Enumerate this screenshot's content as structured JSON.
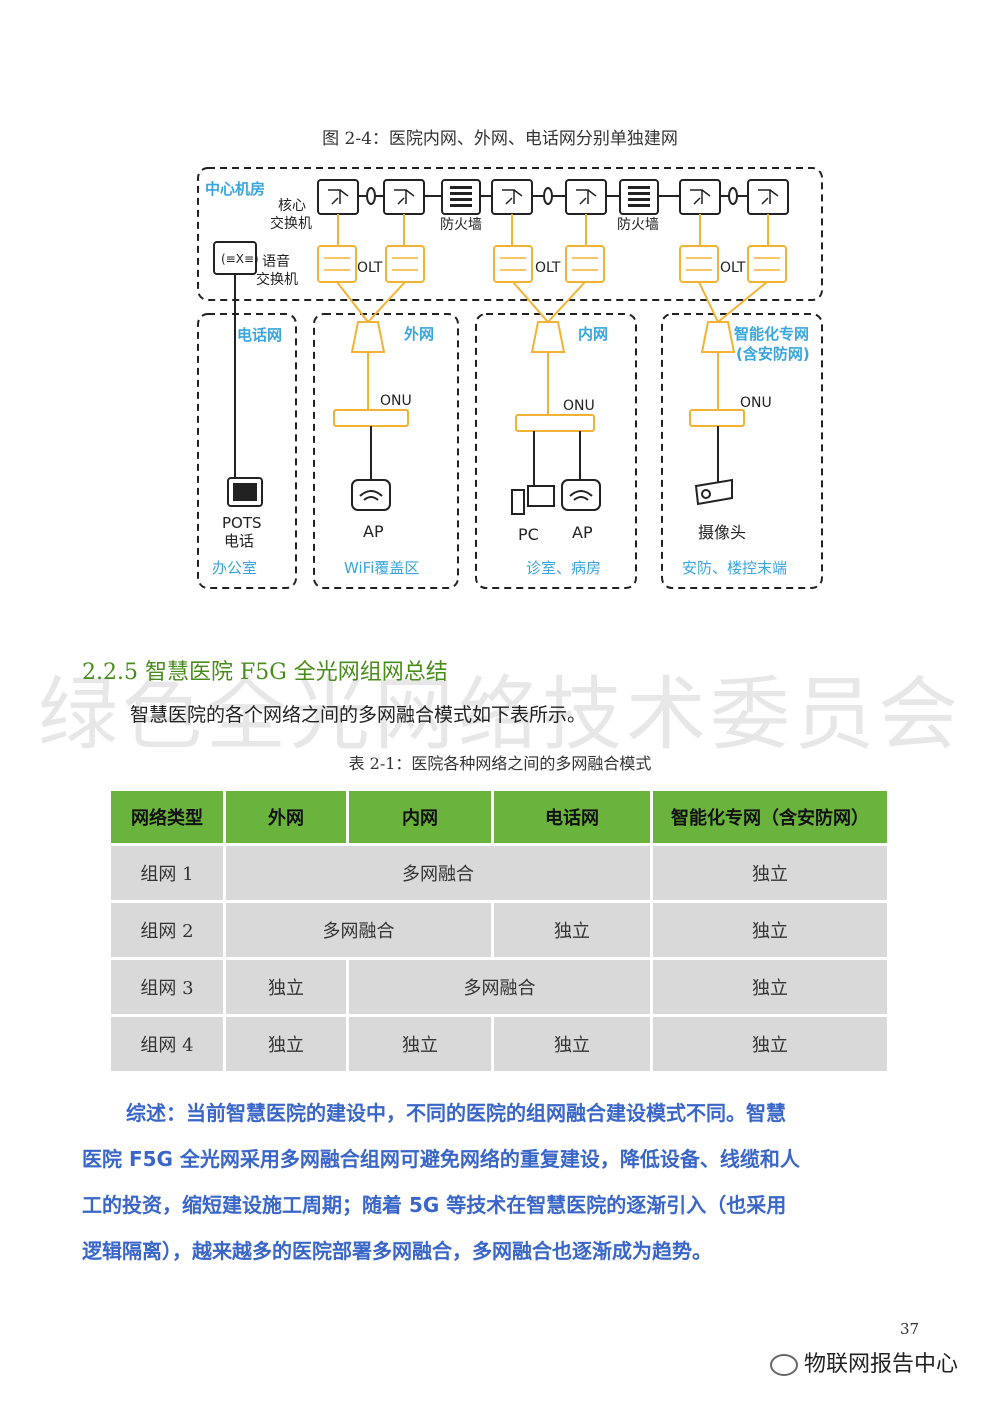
{
  "figure": {
    "caption": "图 2-4：医院内网、外网、电话网分别单独建网",
    "center_label": "中心机房",
    "core_switch_label": [
      "核心",
      "交换机"
    ],
    "firewall_label": "防火墙",
    "olt_label": "OLT",
    "voice_switch_label": [
      "语音",
      "交换机"
    ],
    "onu_label": "ONU",
    "zones": [
      {
        "name": "电话网",
        "device": [
          "POTS",
          "电话"
        ],
        "area": "办公室"
      },
      {
        "name": "外网",
        "device": [
          "AP"
        ],
        "area": "WiFi覆盖区"
      },
      {
        "name": "内网",
        "device": [
          "PC",
          "AP"
        ],
        "area": "诊室、病房"
      },
      {
        "name": [
          "智能化专网",
          "(含安防网)"
        ],
        "device": [
          "摄像头"
        ],
        "area": "安防、楼控末端"
      }
    ],
    "colors": {
      "optical": "#f2b233",
      "zone_label": "#3aa6dd",
      "line": "#333333"
    }
  },
  "section": {
    "heading": "2.2.5  智慧医院 F5G 全光网组网总结",
    "watermark": "绿色全光网络技术委员会",
    "intro": "智慧医院的各个网络之间的多网融合模式如下表所示。"
  },
  "table": {
    "caption": "表 2-1：医院各种网络之间的多网融合模式",
    "headers": [
      "网络类型",
      "外网",
      "内网",
      "电话网",
      "智能化专网（含安防网）"
    ],
    "rows": [
      {
        "name": "组网 1",
        "c1": "多网融合",
        "c2": "独立"
      },
      {
        "name": "组网 2",
        "c1": "多网融合",
        "c2": "独立",
        "c3": "独立"
      },
      {
        "name": "组网 3",
        "c1": "独立",
        "c2": "多网融合",
        "c3": "独立"
      },
      {
        "name": "组网 4",
        "c1": "独立",
        "c2": "独立",
        "c3": "独立",
        "c4": "独立"
      }
    ]
  },
  "summary": {
    "lines": [
      "综述：当前智慧医院的建设中，不同的医院的组网融合建设模式不同。智慧",
      "医院 F5G 全光网采用多网融合组网可避免网络的重复建设，降低设备、线缆和人",
      "工的投资，缩短建设施工周期；随着 5G 等技术在智慧医院的逐渐引入（也采用",
      "逻辑隔离），越来越多的医院部署多网融合，多网融合也逐渐成为趋势。"
    ]
  },
  "footer": {
    "page_number": "37",
    "brand": "物联网报告中心"
  }
}
